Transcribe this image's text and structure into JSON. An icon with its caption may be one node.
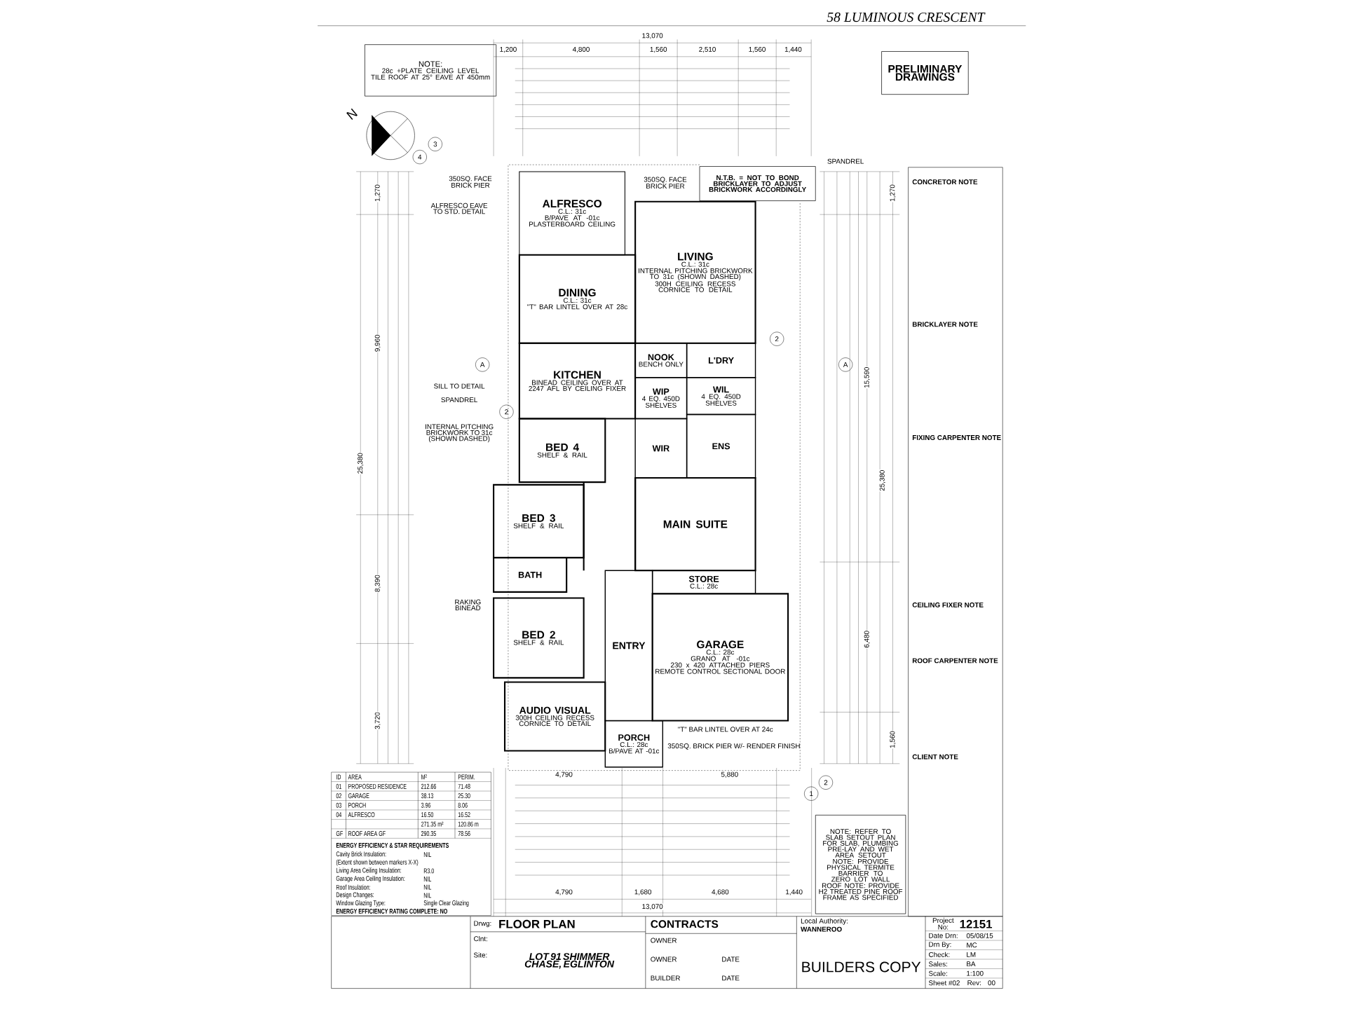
{
  "diagram": {
    "title": "FLOOR PLAN",
    "nodes": [
      {
        "text": [
          "NOTE:",
          "28c +PLATE CEILING LEVEL",
          "TILE ROOF AT 25° EAVE AT 450mm"
        ]
      },
      {
        "text": [
          "PRELIMINARY DRAWINGS"
        ]
      },
      {
        "text": [
          "N.T.B. = NOT TO BOND BRICKLAYER TO ADJUST BRICKWORK ACCORDINGLY"
        ]
      },
      {
        "text": [
          "ALFRESCO",
          "C.L.: 31c",
          "B/PAVE AT -01c",
          "PLASTERBOARD CEILING"
        ]
      },
      {
        "text": [
          "LIVING",
          "C.L.: 31c",
          "INTERNAL PITCHING BRICKWORK TO 31c (SHOWN DASHED)",
          "300H CEILING RECESS CORNICE TO DETAIL"
        ]
      },
      {
        "text": [
          "DINING",
          "C.L.: 31c",
          "\"T\" BAR LINTEL OVER AT 28c"
        ]
      },
      {
        "text": [
          "KITCHEN",
          "BINEAD CEILING OVER AT 2247 AFL BY CEILING FIXER"
        ]
      },
      {
        "text": [
          "NOOK",
          "BENCH ONLY"
        ]
      },
      {
        "text": [
          "L'DRY"
        ]
      },
      {
        "text": [
          "WIP",
          "4 EQ. 450D SHELVES"
        ]
      },
      {
        "text": [
          "WIL",
          "4 EQ. 450D SHELVES"
        ]
      },
      {
        "text": [
          "WIR"
        ]
      },
      {
        "text": [
          "ENS"
        ]
      },
      {
        "text": [
          "BED 4",
          "SHELF & RAIL"
        ]
      },
      {
        "text": [
          "BED 3",
          "SHELF & RAIL"
        ]
      },
      {
        "text": [
          "BATH"
        ]
      },
      {
        "text": [
          "BED 2",
          "SHELF & RAIL"
        ]
      },
      {
        "text": [
          "ENTRY"
        ]
      },
      {
        "text": [
          "MAIN SUITE"
        ]
      },
      {
        "text": [
          "STORE",
          "C.L.: 28c"
        ]
      },
      {
        "text": [
          "GARAGE",
          "C.L.: 28c",
          "GRANO AT -01c",
          "230 x 420 ATTACHED PIERS",
          "REMOTE CONTROL SECTIONAL DOOR"
        ]
      },
      {
        "text": [
          "AUDIO VISUAL",
          "300H CEILING RECESS CORNICE TO DETAIL"
        ]
      },
      {
        "text": [
          "PORCH",
          "C.L.: 28c",
          "B/PAVE AT -01c"
        ]
      },
      {
        "text": [
          "NOTE: REFER TO SLAB SETOUT PLAN FOR SLAB, PLUMBING PRE-LAY AND WET AREA SETOUT",
          "NOTE: PROVIDE PHYSICAL TERMITE BARRIER TO ZERO LOT WALL",
          "ROOF NOTE: PROVIDE H2 TREATED PINE ROOF FRAME AS SPECIFIED"
        ]
      }
    ],
    "labels": [
      "58 LUMINOUS CRESCENT",
      "N",
      "4",
      "3",
      "13,070",
      "1,200",
      "4,800",
      "1,560",
      "2,510",
      "1,560",
      "1,440",
      "350SQ. FACE BRICK PIER",
      "350SQ. FACE BRICK PIER",
      "ALFRESCO EAVE TO STD. DETAIL",
      "SPANDREL",
      "SILL TO DETAIL",
      "SPANDREL",
      "INTERNAL PITCHING BRICKWORK TO 31c (SHOWN DASHED)",
      "A",
      "A",
      "2",
      "2",
      "RAKING BINEAD",
      "\"T\" BAR LINTEL OVER AT 24c",
      "350SQ. BRICK PIER W/- RENDER FINISH",
      "1",
      "2",
      "1,270",
      "9,960",
      "8,390",
      "3,720",
      "25,380",
      "1,270",
      "15,590",
      "6,480",
      "1,560",
      "25,380",
      "4,790",
      "5,880",
      "4,790",
      "1,680",
      "4,680",
      "1,440",
      "13,070",
      "CONCRETOR NOTE",
      "BRICKLAYER NOTE",
      "FIXING CARPENTER NOTE",
      "CEILING FIXER NOTE",
      "ROOF CARPENTER NOTE",
      "CLIENT NOTE",
      "ID",
      "AREA",
      "M²",
      "PERIM.",
      "01",
      "PROPOSED RESIDENCE",
      "212.66",
      "71.48",
      "02",
      "GARAGE",
      "38.13",
      "25.30",
      "03",
      "PORCH",
      "3.96",
      "8.06",
      "04",
      "ALFRESCO",
      "16.50",
      "16.52",
      "271.35 m²",
      "120.86 m",
      "GF",
      "ROOF AREA GF",
      "290.35",
      "78.56",
      "ENERGY EFFICIENCY & STAR REQUIREMENTS",
      "Cavity Brick Insulation:",
      "NIL",
      "(Extent shown between markers X-X)",
      "Living Area Ceiling Insulation:",
      "R3.0",
      "Garage Area Ceiling Insulation:",
      "NIL",
      "Roof Insulation:",
      "NIL",
      "Design Changes:",
      "NIL",
      "Window Glazing Type:",
      "Single Clear Glazing",
      "ENERGY EFFICIENCY RATING COMPLETE: NO",
      "Drwg:",
      "Clnt:",
      "Site:",
      "LOT 91 SHIMMER CHASE, EGLINTON",
      "CONTRACTS",
      "OWNER",
      "OWNER",
      "DATE",
      "BUILDER",
      "DATE",
      "Local Authority:",
      "WANNEROO",
      "Project No:",
      "12151",
      "Date Drn:",
      "05/08/15",
      "Drn By:",
      "MC",
      "Check:",
      "LM",
      "Sales:",
      "BA",
      "Scale:",
      "1:100",
      "Sheet #02",
      "Rev:",
      "00",
      "BUILDERS COPY"
    ]
  }
}
